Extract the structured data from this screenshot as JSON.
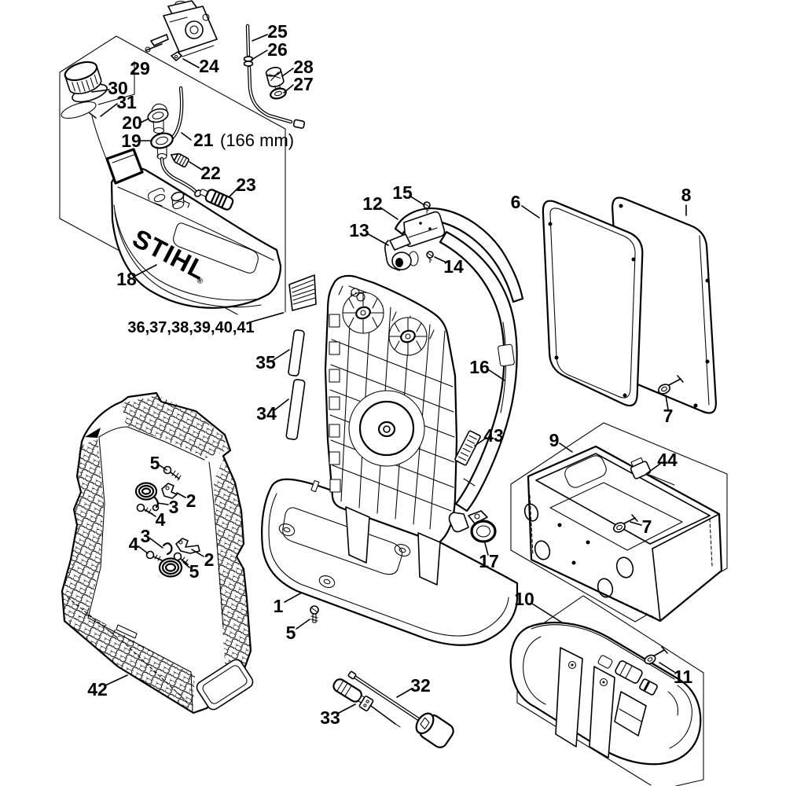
{
  "diagram": {
    "background": "#ffffff",
    "line_color": "#000000",
    "brand": "STIHL",
    "registered": "®",
    "note_166": "(166 mm)",
    "group_label": "36,37,38,39,40,41",
    "callouts": {
      "c1": "1",
      "c2a": "2",
      "c2b": "2",
      "c3a": "3",
      "c3b": "3",
      "c4a": "4",
      "c4b": "4",
      "c5a": "5",
      "c5b": "5",
      "c5c": "5",
      "c6": "6",
      "c7a": "7",
      "c7b": "7",
      "c8": "8",
      "c9": "9",
      "c10": "10",
      "c11": "11",
      "c12": "12",
      "c13": "13",
      "c14": "14",
      "c15": "15",
      "c16": "16",
      "c17": "17",
      "c18": "18",
      "c19": "19",
      "c20": "20",
      "c21": "21",
      "c22": "22",
      "c23": "23",
      "c24": "24",
      "c25": "25",
      "c26": "26",
      "c27": "27",
      "c28": "28",
      "c29": "29",
      "c30": "30",
      "c31": "31",
      "c32": "32",
      "c33": "33",
      "c34": "34",
      "c35": "35",
      "c42": "42",
      "c43": "43",
      "c44": "44"
    }
  }
}
